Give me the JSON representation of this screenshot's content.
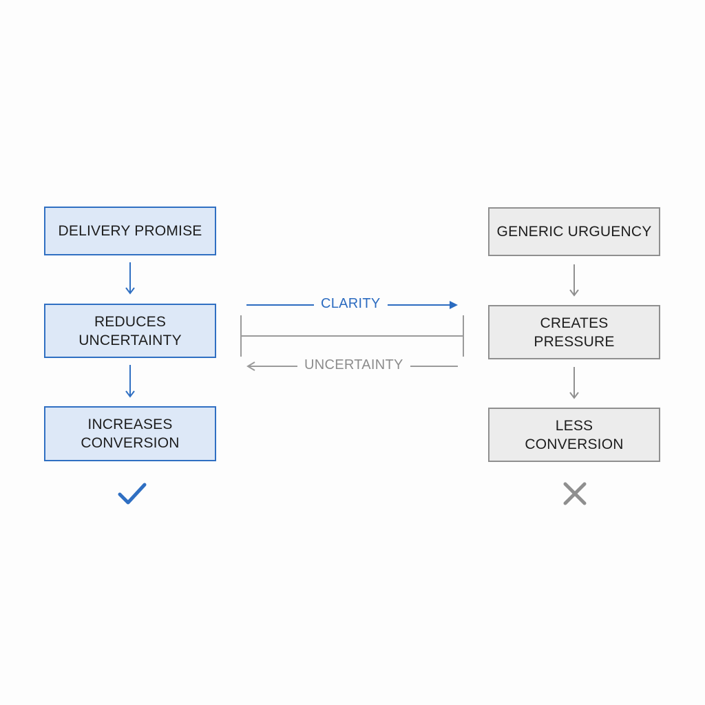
{
  "left_flow": {
    "step1": "DELIVERY PROMISE",
    "step2": "REDUCES\nUNCERTAINTY",
    "step3": "INCREASES\nCONVERSION",
    "outcome_icon": "checkmark-icon",
    "color": "#2f6fc2"
  },
  "right_flow": {
    "step1": "GENERIC URGUENCY",
    "step2": "CREATES\nPRESSURE",
    "step3": "LESS\nCONVERSION",
    "outcome_icon": "x-mark-icon",
    "color": "#8f8f8f"
  },
  "scale": {
    "top_label": "CLARITY",
    "bottom_label": "UNCERTAINTY"
  }
}
